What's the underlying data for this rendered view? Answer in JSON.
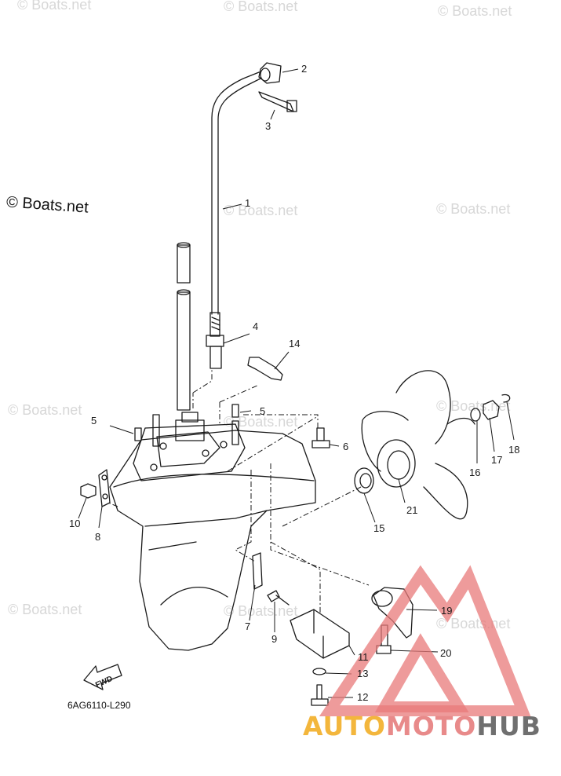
{
  "watermark_text": "© Boats.net",
  "copyright_label": "© Boats.net",
  "diagram_code": "6AG6110-L290",
  "fwd_label": "FWD",
  "brand": {
    "part1": "AUTO",
    "part2": "MOTO",
    "part3": "HUB"
  },
  "colors": {
    "line": "#1a1a1a",
    "callout_highlight": "#e0352b",
    "brand_triangle": "#e87a7a",
    "brand_auto": "#f3b63c"
  },
  "callouts": [
    {
      "id": "c1",
      "label": "1"
    },
    {
      "id": "c2",
      "label": "2"
    },
    {
      "id": "c3",
      "label": "3"
    },
    {
      "id": "c4",
      "label": "4"
    },
    {
      "id": "c5a",
      "label": "5"
    },
    {
      "id": "c5b",
      "label": "5"
    },
    {
      "id": "c6",
      "label": "6"
    },
    {
      "id": "c7",
      "label": "7"
    },
    {
      "id": "c8",
      "label": "8"
    },
    {
      "id": "c9",
      "label": "9"
    },
    {
      "id": "c10",
      "label": "10"
    },
    {
      "id": "c11",
      "label": "11"
    },
    {
      "id": "c12",
      "label": "12"
    },
    {
      "id": "c13",
      "label": "13"
    },
    {
      "id": "c14",
      "label": "14"
    },
    {
      "id": "c15",
      "label": "15"
    },
    {
      "id": "c16",
      "label": "16"
    },
    {
      "id": "c17",
      "label": "17"
    },
    {
      "id": "c18",
      "label": "18"
    },
    {
      "id": "c19",
      "label": "19"
    },
    {
      "id": "c20",
      "label": "20"
    },
    {
      "id": "c21",
      "label": "21"
    }
  ]
}
